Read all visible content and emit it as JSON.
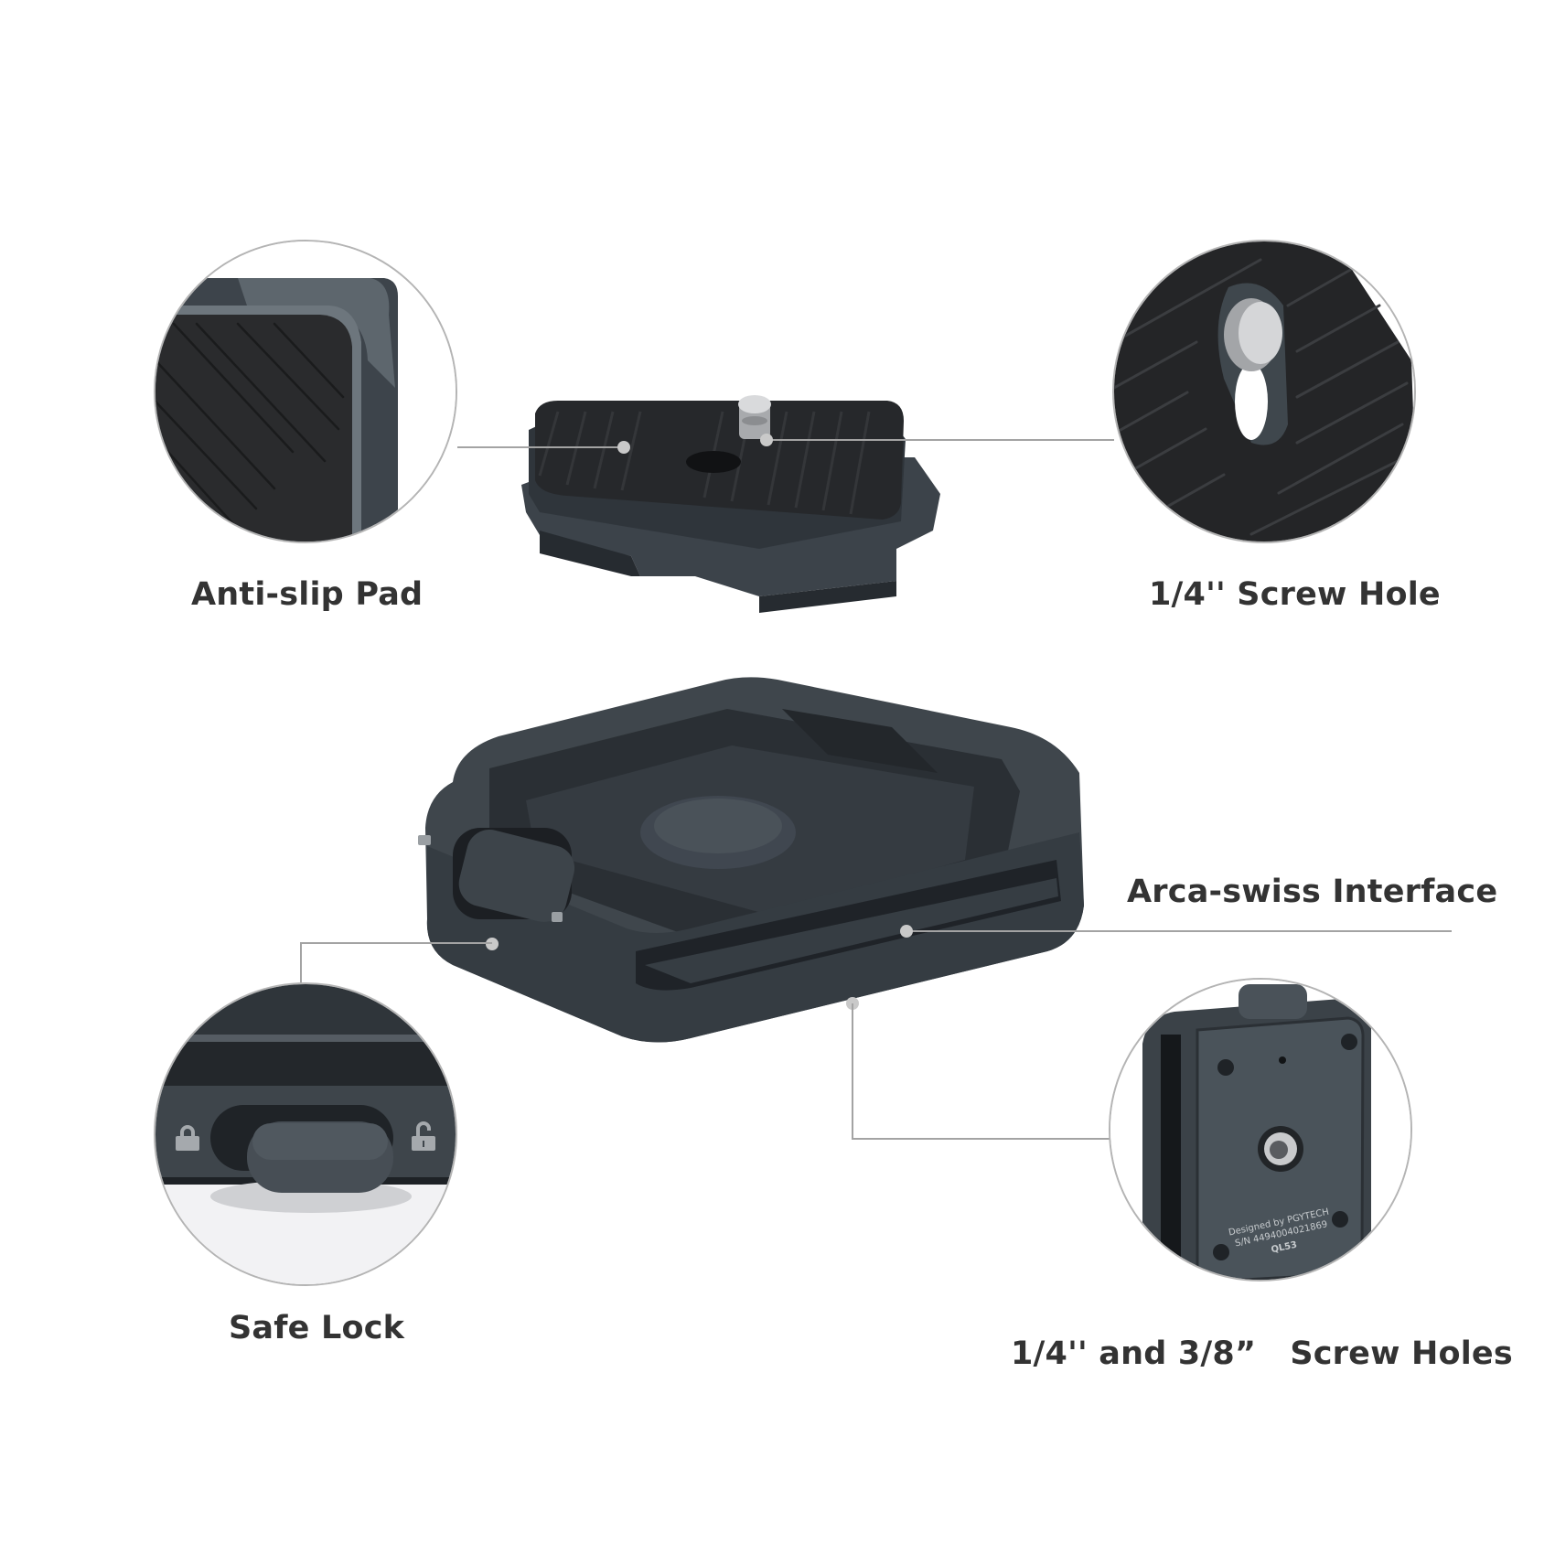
{
  "callouts": [
    {
      "id": "anti-slip-pad",
      "label": "Anti-slip Pad"
    },
    {
      "id": "screw-hole-top",
      "label": "1/4'' Screw Hole"
    },
    {
      "id": "arca-swiss",
      "label": "Arca-swiss Interface"
    },
    {
      "id": "safe-lock",
      "label": "Safe Lock"
    },
    {
      "id": "screw-holes-bottom",
      "label": "1/4'' and 3/8”   Screw Holes"
    }
  ],
  "product_engraving": {
    "line1": "Designed by PGYTECH",
    "line2": "S/N 4494004021869",
    "model": "QL53"
  },
  "colors": {
    "background": "#ffffff",
    "label_text": "#333333",
    "connector_line": "#a3a3a3",
    "connector_dot": "#c9c9c9",
    "circle_border": "#b4b4b4",
    "metal_grey": "#3f464c",
    "metal_dark": "#2b3035",
    "pad_black": "#2a2b2d"
  }
}
